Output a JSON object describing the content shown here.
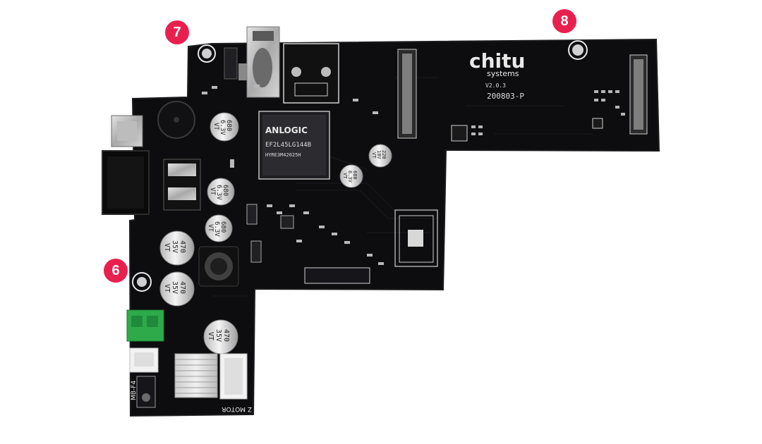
{
  "callouts": [
    {
      "label": "7"
    },
    {
      "label": "8"
    },
    {
      "label": "6"
    }
  ],
  "board": {
    "logo_main": "chitu",
    "logo_sub": "systems",
    "version": "V2.0.3",
    "part_number": "200803-P",
    "chip_brand": "ANLOGIC",
    "chip_model": "EF2L45LG144B",
    "chip_lot": "HYRE3M42025H",
    "connector_labels": [
      "MB-F4",
      "Z MOTOR"
    ],
    "capacitors": [
      {
        "value": "680",
        "voltage": "6.3V",
        "series": "VT"
      },
      {
        "value": "680",
        "voltage": "6.3V",
        "series": "VT"
      },
      {
        "value": "680",
        "voltage": "6.3V",
        "series": "VT"
      },
      {
        "value": "680",
        "voltage": "6.3V",
        "series": "VT"
      },
      {
        "value": "220",
        "voltage": "10V",
        "series": "VT"
      },
      {
        "value": "470",
        "voltage": "35V",
        "series": "VT"
      },
      {
        "value": "470",
        "voltage": "35V",
        "series": "VT"
      },
      {
        "value": "470",
        "voltage": "35V",
        "series": "VT"
      }
    ]
  },
  "colors": {
    "background": "#ffffff",
    "pcb": "#0d0d0f",
    "callout": "#e8204e",
    "terminal_block": "#2eaa4a",
    "silkscreen": "#e9e9e9"
  }
}
